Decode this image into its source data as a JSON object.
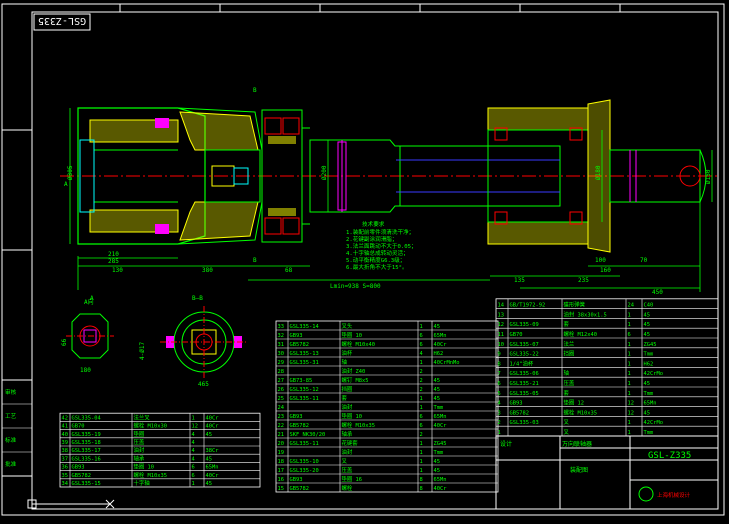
{
  "drawing": {
    "stamp_code": "GSL-Z335",
    "title_code": "GSL-Z335",
    "total_length_label": "Lmin=938  S=800",
    "colors": {
      "background": "#000000",
      "frame": "#ffffff",
      "green": "#00ff00",
      "yellow": "#ffff00",
      "red": "#ff0000",
      "magenta": "#ff00ff",
      "cyan": "#00ffff",
      "blue": "#3a3aff"
    }
  },
  "dimensions": {
    "bottom": [
      "130",
      "380",
      "68",
      "135",
      "235",
      "160",
      "450"
    ],
    "lower": [
      "210",
      "285",
      "100",
      "70"
    ],
    "vertical": [
      "Ø305",
      "Ø200",
      "Ø180",
      "Ø150"
    ],
    "markers": [
      "A",
      "B",
      "B",
      "A"
    ]
  },
  "notes": {
    "heading": "技术要求",
    "lines": [
      "1.装配前零件须清洗干净；",
      "2.花键副涂润滑脂；",
      "3.法兰面跳动不大于0.05；",
      "4.十字轴总成转动灵活；",
      "5.动平衡精度G6.3级；",
      "6.最大折角不大于15°。"
    ]
  },
  "sections": {
    "a_label": "A向",
    "b_label": "B—B",
    "a_dims": [
      "180",
      "66"
    ],
    "b_dims": [
      "465",
      "4-Ø17"
    ]
  },
  "bom_left": [
    {
      "no": "42",
      "code": "GSL335-04",
      "name": "法兰叉",
      "qty": "1",
      "mat": "40Cr"
    },
    {
      "no": "41",
      "code": "GB70",
      "name": "螺栓 M10x30",
      "qty": "12",
      "mat": "40Cr"
    },
    {
      "no": "40",
      "code": "GSL335-19",
      "name": "垫圈",
      "qty": "4",
      "mat": "45"
    },
    {
      "no": "39",
      "code": "GSL335-18",
      "name": "压盖",
      "qty": "4",
      "mat": ""
    },
    {
      "no": "38",
      "code": "GSL335-17",
      "name": "油封",
      "qty": "4",
      "mat": "38Cr"
    },
    {
      "no": "37",
      "code": "GSL335-16",
      "name": "轴承",
      "qty": "4",
      "mat": "45"
    },
    {
      "no": "36",
      "code": "GB93",
      "name": "垫圈 10",
      "qty": "6",
      "mat": "65Mn"
    },
    {
      "no": "35",
      "code": "GB5782",
      "name": "螺栓 M10x35",
      "qty": "6",
      "mat": "40Cr"
    },
    {
      "no": "34",
      "code": "GSL335-15",
      "name": "十字轴",
      "qty": "1",
      "mat": "45"
    }
  ],
  "bom_mid": [
    {
      "no": "33",
      "code": "GSL335-14",
      "name": "叉头",
      "qty": "1",
      "mat": "45"
    },
    {
      "no": "32",
      "code": "GB93",
      "name": "垫圈 10",
      "qty": "6",
      "mat": "65Mn"
    },
    {
      "no": "31",
      "code": "GB5782",
      "name": "螺栓 M10x40",
      "qty": "6",
      "mat": "40Cr"
    },
    {
      "no": "30",
      "code": "GSL335-13",
      "name": "油杯",
      "qty": "4",
      "mat": "H62"
    },
    {
      "no": "29",
      "code": "GSL335-31",
      "name": "轴",
      "qty": "1",
      "mat": "40CrMnMo"
    },
    {
      "no": "28",
      "code": "",
      "name": "油封 Z40",
      "qty": "2",
      "mat": ""
    },
    {
      "no": "27",
      "code": "GB73-85",
      "name": "螺钉 M8x5",
      "qty": "2",
      "mat": "45"
    },
    {
      "no": "26",
      "code": "GSL335-12",
      "name": "挡圈",
      "qty": "2",
      "mat": "45"
    },
    {
      "no": "25",
      "code": "GSL335-11",
      "name": "套",
      "qty": "1",
      "mat": "45"
    },
    {
      "no": "24",
      "code": "",
      "name": "油封",
      "qty": "1",
      "mat": "Tmm"
    },
    {
      "no": "23",
      "code": "GB93",
      "name": "垫圈 10",
      "qty": "6",
      "mat": "65Mn"
    },
    {
      "no": "22",
      "code": "GB5782",
      "name": "螺栓 M10x35",
      "qty": "6",
      "mat": "40Cr"
    },
    {
      "no": "21",
      "code": "SKF NK30/20",
      "name": "轴承",
      "qty": "2",
      "mat": ""
    },
    {
      "no": "20",
      "code": "GSL335-11",
      "name": "花键套",
      "qty": "1",
      "mat": "ZG45"
    },
    {
      "no": "19",
      "code": "",
      "name": "油封",
      "qty": "1",
      "mat": "Tmm"
    },
    {
      "no": "18",
      "code": "GSL335-10",
      "name": "叉",
      "qty": "1",
      "mat": "45"
    },
    {
      "no": "17",
      "code": "GSL335-20",
      "name": "压盖",
      "qty": "1",
      "mat": "45"
    },
    {
      "no": "16",
      "code": "GB93",
      "name": "垫圈 16",
      "qty": "8",
      "mat": "65Mn"
    },
    {
      "no": "15",
      "code": "GB5782",
      "name": "螺栓",
      "qty": "8",
      "mat": "40Cr"
    }
  ],
  "bom_right": [
    {
      "no": "14",
      "code": "GB/T1972-92",
      "name": "碟形弹簧",
      "qty": "24",
      "mat": "C40"
    },
    {
      "no": "13",
      "code": "",
      "name": "油封 38x30x1.5",
      "qty": "1",
      "mat": "45"
    },
    {
      "no": "12",
      "code": "GSL335-09",
      "name": "套",
      "qty": "1",
      "mat": "45"
    },
    {
      "no": "11",
      "code": "GB70",
      "name": "螺栓 M12x40",
      "qty": "6",
      "mat": "45"
    },
    {
      "no": "10",
      "code": "GSL335-07",
      "name": "法兰",
      "qty": "1",
      "mat": "ZG45"
    },
    {
      "no": "9",
      "code": "GSL335-22",
      "name": "挡圈",
      "qty": "1",
      "mat": "Tmm"
    },
    {
      "no": "8",
      "code": "1/4\"油杯",
      "name": "",
      "qty": "1",
      "mat": "H62"
    },
    {
      "no": "7",
      "code": "GSL335-06",
      "name": "轴",
      "qty": "1",
      "mat": "42CrMo"
    },
    {
      "no": "6",
      "code": "GSL335-21",
      "name": "压盖",
      "qty": "1",
      "mat": "45"
    },
    {
      "no": "5",
      "code": "GSL335-05",
      "name": "套",
      "qty": "1",
      "mat": "Tmm"
    },
    {
      "no": "4",
      "code": "GB93",
      "name": "垫圈 12",
      "qty": "12",
      "mat": "65Mn"
    },
    {
      "no": "3",
      "code": "GB5782",
      "name": "螺栓 M10x35",
      "qty": "12",
      "mat": "45"
    },
    {
      "no": "2",
      "code": "GSL335-03",
      "name": "叉",
      "qty": "1",
      "mat": "42CrMo"
    },
    {
      "no": "1",
      "code": "",
      "name": "叉",
      "qty": "1",
      "mat": "Tmm"
    }
  ],
  "title_block": {
    "design": "设计",
    "name": "万向联轴器",
    "assembly": "装配图",
    "company": "上海机械设计"
  },
  "left_stamp": [
    "审核",
    "工艺",
    "标准",
    "批准"
  ]
}
